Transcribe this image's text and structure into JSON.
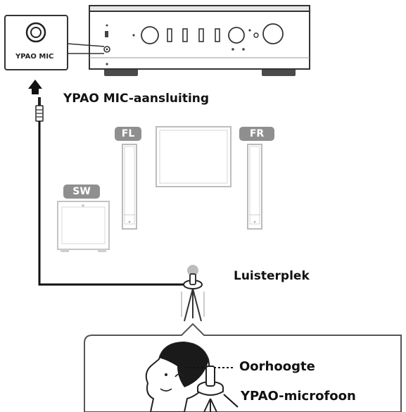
{
  "amplifier": {
    "jack_label": "YPAO MIC"
  },
  "labels": {
    "connector": "YPAO MIC-aansluiting",
    "listening_position": "Luisterplek",
    "ear_height": "Oorhoogte",
    "microphone": "YPAO-microfoon"
  },
  "speakers": {
    "front_left": "FL",
    "front_right": "FR",
    "subwoofer": "SW"
  }
}
